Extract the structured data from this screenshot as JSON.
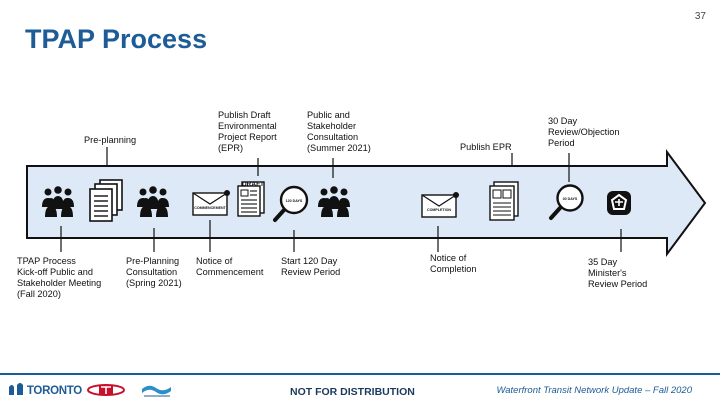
{
  "page_number": "37",
  "title": "TPAP Process",
  "steps_above": {
    "preplanning": [
      "Pre-planning"
    ],
    "publish_draft": [
      "Publish Draft",
      "Environmental",
      "Project Report",
      "(EPR)"
    ],
    "public_consult": [
      "Public and",
      "Stakeholder",
      "Consultation",
      "(Summer 2021)"
    ],
    "publish_epr": [
      "Publish EPR"
    ],
    "review30": [
      "30 Day",
      "Review/Objection",
      "Period"
    ]
  },
  "steps_below": {
    "kickoff": [
      "TPAP Process",
      "Kick-off Public and",
      "Stakeholder Meeting",
      "(Fall 2020)"
    ],
    "preplan_consult": [
      "Pre-Planning",
      "Consultation",
      "(Spring 2021)"
    ],
    "notice_commence": [
      "Notice of",
      "Commencement"
    ],
    "review120": [
      "Start 120 Day",
      "Review Period"
    ],
    "notice_complete": [
      "Notice of",
      "Completion"
    ],
    "minister35": [
      "35 Day",
      "Minister's",
      "Review Period"
    ]
  },
  "icon_text": {
    "commencement": "COMMENCEMENT",
    "draft": "DRAFT",
    "days120": "120 DAYS",
    "completion": "COMPLETION",
    "days30": "30 DAYS"
  },
  "footer": {
    "city_logo_text": "TORONTO",
    "distribution": "NOT FOR DISTRIBUTION",
    "right_text": "Waterfront Transit Network Update – Fall 2020"
  },
  "colors": {
    "title": "#1d5c96",
    "arrow_fill": "#dde9f6",
    "arrow_stroke": "#111111",
    "footer_accent": "#1d5c96"
  }
}
